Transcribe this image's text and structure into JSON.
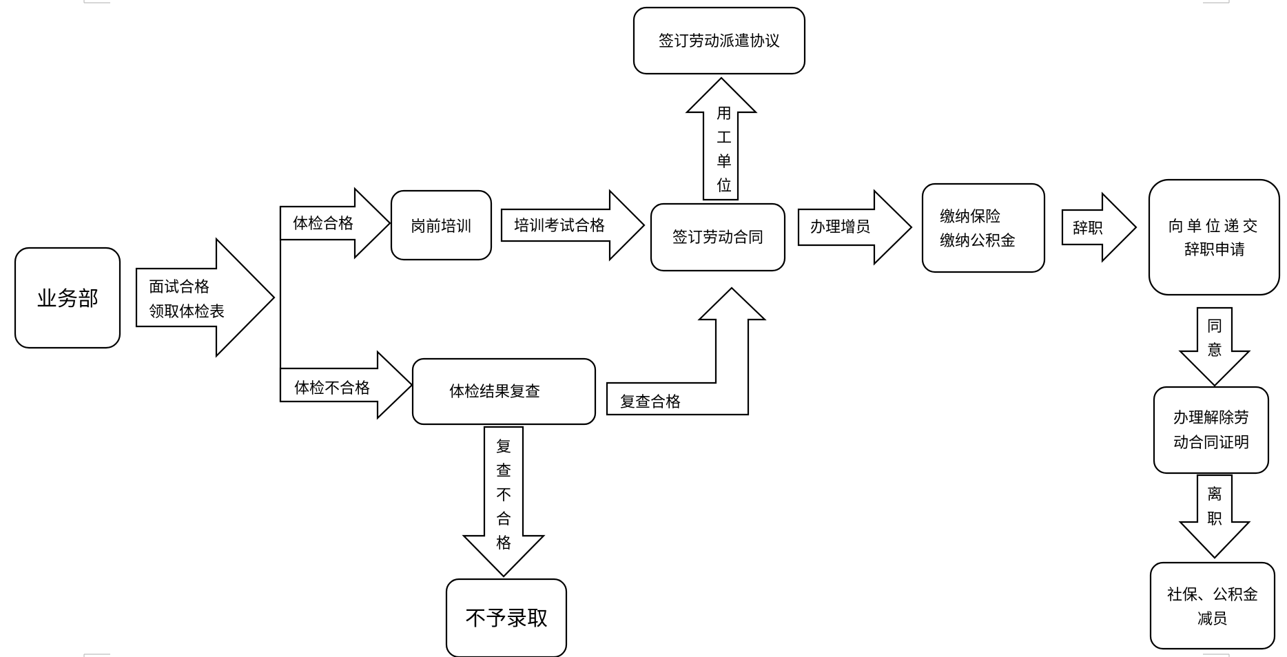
{
  "boxes": {
    "business_dept": "业务部",
    "pre_job_training": "岗前培训",
    "sign_labor_contract": "签订劳动合同",
    "sign_dispatch_agreement": "签订劳动派遣协议",
    "pay_insurance": [
      "缴纳保险",
      "缴纳公积金"
    ],
    "submit_resignation": [
      "向单位递交",
      "辞职申请"
    ],
    "terminate_contract_proof": [
      "办理解除劳",
      "动合同证明"
    ],
    "social_security_reduction": [
      "社保、公积金",
      "减员"
    ],
    "recheck_results": "体检结果复查",
    "not_hired": "不予录取"
  },
  "arrows": {
    "interview_passed": [
      "面试合格",
      "领取体检表"
    ],
    "medical_passed": "体检合格",
    "medical_failed": "体检不合格",
    "training_exam_passed": "培训考试合格",
    "employer": [
      "用",
      "工",
      "单",
      "位"
    ],
    "add_staff": "办理增员",
    "resign": "辞职",
    "agree": [
      "同",
      "意"
    ],
    "leave": [
      "离",
      "职"
    ],
    "recheck_passed": "复查合格",
    "recheck_failed": [
      "复",
      "查",
      "不",
      "合",
      "格"
    ]
  }
}
